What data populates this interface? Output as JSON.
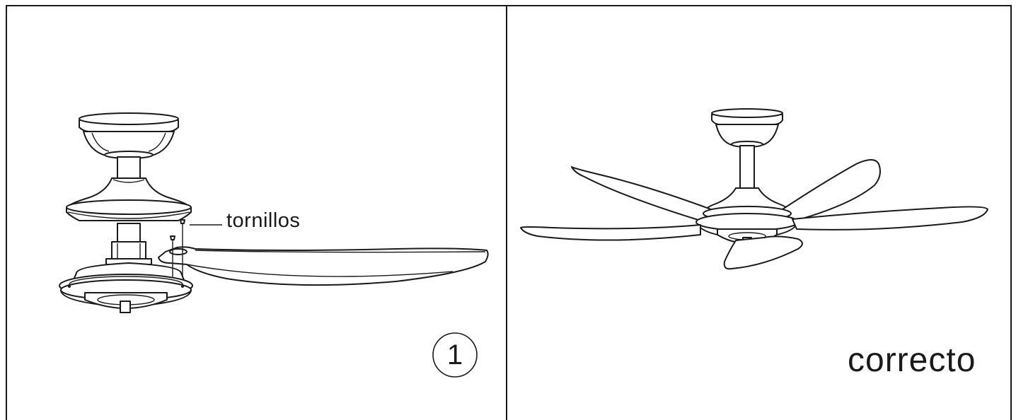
{
  "panel_left": {
    "callout_label": "tornillos",
    "step_number": "1"
  },
  "panel_right": {
    "status_label": "correcto"
  },
  "colors": {
    "line": "#1a1a1a",
    "background": "#ffffff"
  },
  "icons": [
    "ceiling-fan-exploded-view-drawing",
    "ceiling-fan-assembled-drawing",
    "screw-icon"
  ]
}
